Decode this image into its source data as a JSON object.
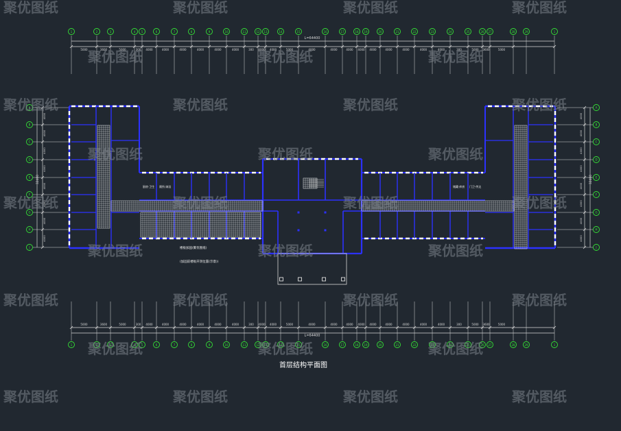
{
  "drawing": {
    "title": "首层结构平面图",
    "watermark": "聚优图纸",
    "overall_dim_top": "L=64400",
    "overall_dim_bottom": "L=64400",
    "note_1": "楼板加固(聚优图纸)",
    "note_2": "(加固前楼板开洞位置(示意))",
    "room_labels": [
      "厨房·卫生",
      "厕所·淋浴",
      "储藏·库房",
      "门卫·传达"
    ]
  },
  "grid": {
    "columns": [
      "1",
      "2",
      "3",
      "4",
      "5",
      "6",
      "7",
      "8",
      "9",
      "10",
      "11",
      "12",
      "13",
      "14",
      "15",
      "16",
      "17",
      "18",
      "19",
      "20",
      "21",
      "22",
      "23",
      "24",
      "25",
      "26",
      "27",
      "28",
      "29"
    ],
    "rows_left": [
      "A",
      "B",
      "C",
      "D",
      "E",
      "F",
      "G",
      "H",
      "J"
    ],
    "rows_right": [
      "A",
      "B",
      "C",
      "D",
      "E",
      "F",
      "G",
      "H",
      "J"
    ],
    "spans_top": [
      "5000",
      "3600",
      "5000",
      "300",
      "4000",
      "4000",
      "4000",
      "4000",
      "4000",
      "4000",
      "300",
      "4000",
      "4000",
      "5000",
      "4000",
      "4000",
      "4000",
      "4000",
      "4000",
      "4000",
      "4000",
      "4000",
      "4000",
      "300",
      "5000",
      "3600",
      "5000"
    ],
    "spans_bottom": [
      "5000",
      "3600",
      "5000",
      "300",
      "4000",
      "4000",
      "4000",
      "4000",
      "4000",
      "4000",
      "300",
      "4000",
      "4000",
      "5000",
      "4000",
      "4000",
      "4000",
      "4000",
      "4000",
      "4000",
      "4000",
      "4000",
      "4000",
      "300",
      "5000",
      "3600",
      "5000"
    ],
    "row_spans_left": [
      "4000",
      "4000",
      "4000",
      "4000",
      "4000",
      "4000",
      "4000",
      "4000"
    ],
    "row_spans_right": [
      "4000",
      "4000",
      "4000",
      "4000",
      "4000",
      "4000",
      "4000",
      "4000"
    ],
    "side_total_left": "32400",
    "side_total_right": "32400"
  },
  "colors": {
    "background": "#212830",
    "wall": "#2c31ff",
    "dimension": "#d8d8d8",
    "grid_bubble": "#35e335",
    "watermark": "#7c838b",
    "hatch": "#ffffff"
  }
}
